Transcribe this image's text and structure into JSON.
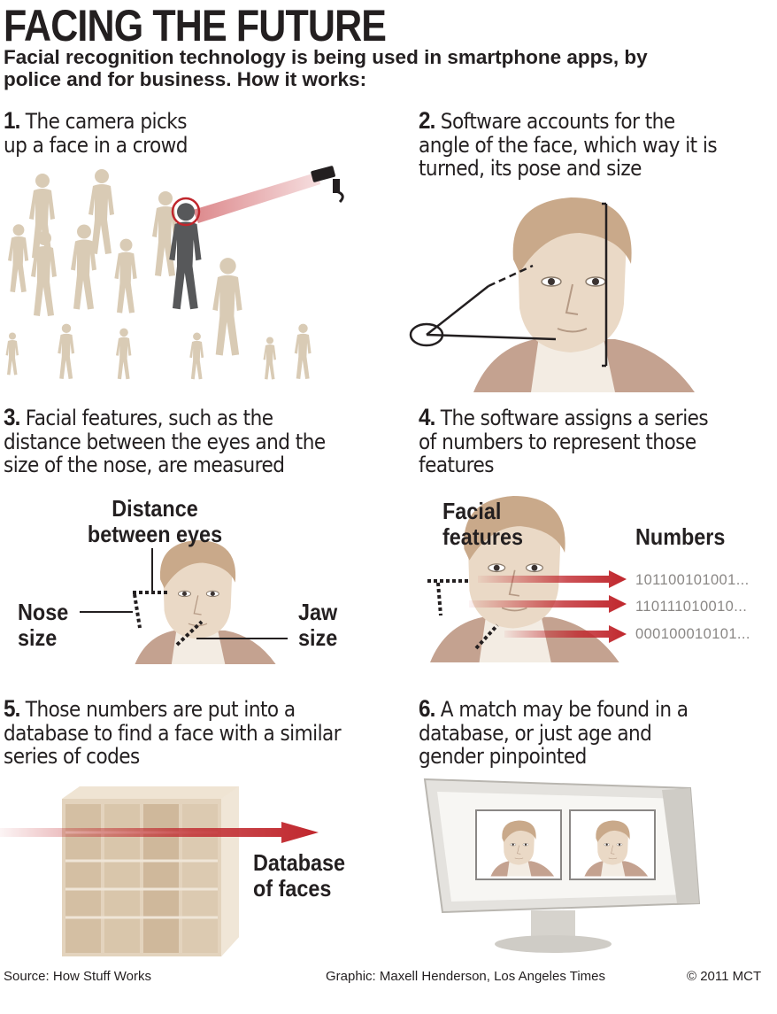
{
  "title": "FACING THE FUTURE",
  "subtitle": "Facial recognition technology is being used in smartphone apps, by police and for business. How it works:",
  "steps": [
    {
      "num": "1.",
      "text": "The camera picks up a face in a crowd"
    },
    {
      "num": "2.",
      "text": "Software accounts for the angle of the face, which way it is turned, its pose and size"
    },
    {
      "num": "3.",
      "text": "Facial features, such as the distance between the eyes and the size of the nose, are measured"
    },
    {
      "num": "4.",
      "text": "The software assigns a series of numbers to represent those features"
    },
    {
      "num": "5.",
      "text": "Those numbers are put into a database to find a face with a similar series of codes"
    },
    {
      "num": "6.",
      "text": "A match may be found in a database, or just age and gender pinpointed"
    }
  ],
  "labels": {
    "distance": "Distance between eyes",
    "nose": "Nose size",
    "jaw": "Jaw size",
    "facial_features": "Facial features",
    "numbers": "Numbers",
    "database": "Database of faces"
  },
  "codes": [
    "101100101001...",
    "110111010010...",
    "000100010101..."
  ],
  "footer": {
    "source": "Source: How Stuff Works",
    "graphic": "Graphic: Maxell Henderson, Los Angeles Times",
    "copyright": "© 2011 MCT"
  },
  "colors": {
    "silhouette": "#d9cbb5",
    "target_person": "#57585a",
    "skin": "#ead9c6",
    "hair": "#c9a98a",
    "jacket": "#c4a290",
    "arrow_red": "#c0272d",
    "ink": "#231f20"
  }
}
